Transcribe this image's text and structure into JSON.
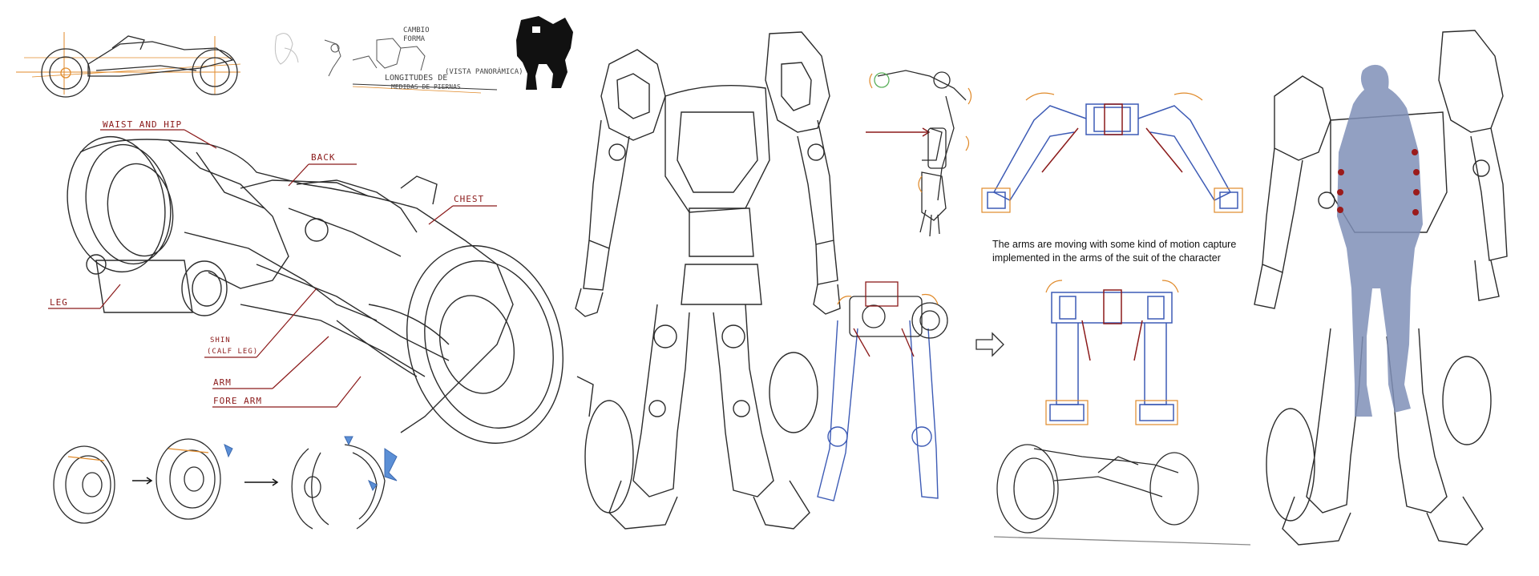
{
  "bike_labels": {
    "waist_and_hip": "WAIST AND HIP",
    "back": "BACK",
    "chest": "CHEST",
    "leg": "LEG",
    "shin_line1": "SHIN",
    "shin_line2": "(CALF LEG)",
    "arm": "ARM",
    "forearm": "FORE ARM"
  },
  "handwritten_notes": {
    "note_a": "CAMBIO",
    "note_b": "FORMA",
    "note_c": "(VISTA PANORÁMICA)",
    "note_d": "LONGITUDES DE",
    "note_e": "MEDIDAS DE PIERNAS"
  },
  "caption": {
    "line1": "The arms are moving with some kind of motion capture",
    "line2": "implemented in the arms of the suit of the character"
  },
  "colors": {
    "ink": "#2b2b2b",
    "annotation_red": "#8b1a1a",
    "joint_orange": "#e08a2a",
    "mech_blue": "#3d5bb5",
    "character_silhouette": "#7f8fb7",
    "joint_dot": "#9b1b1b"
  }
}
